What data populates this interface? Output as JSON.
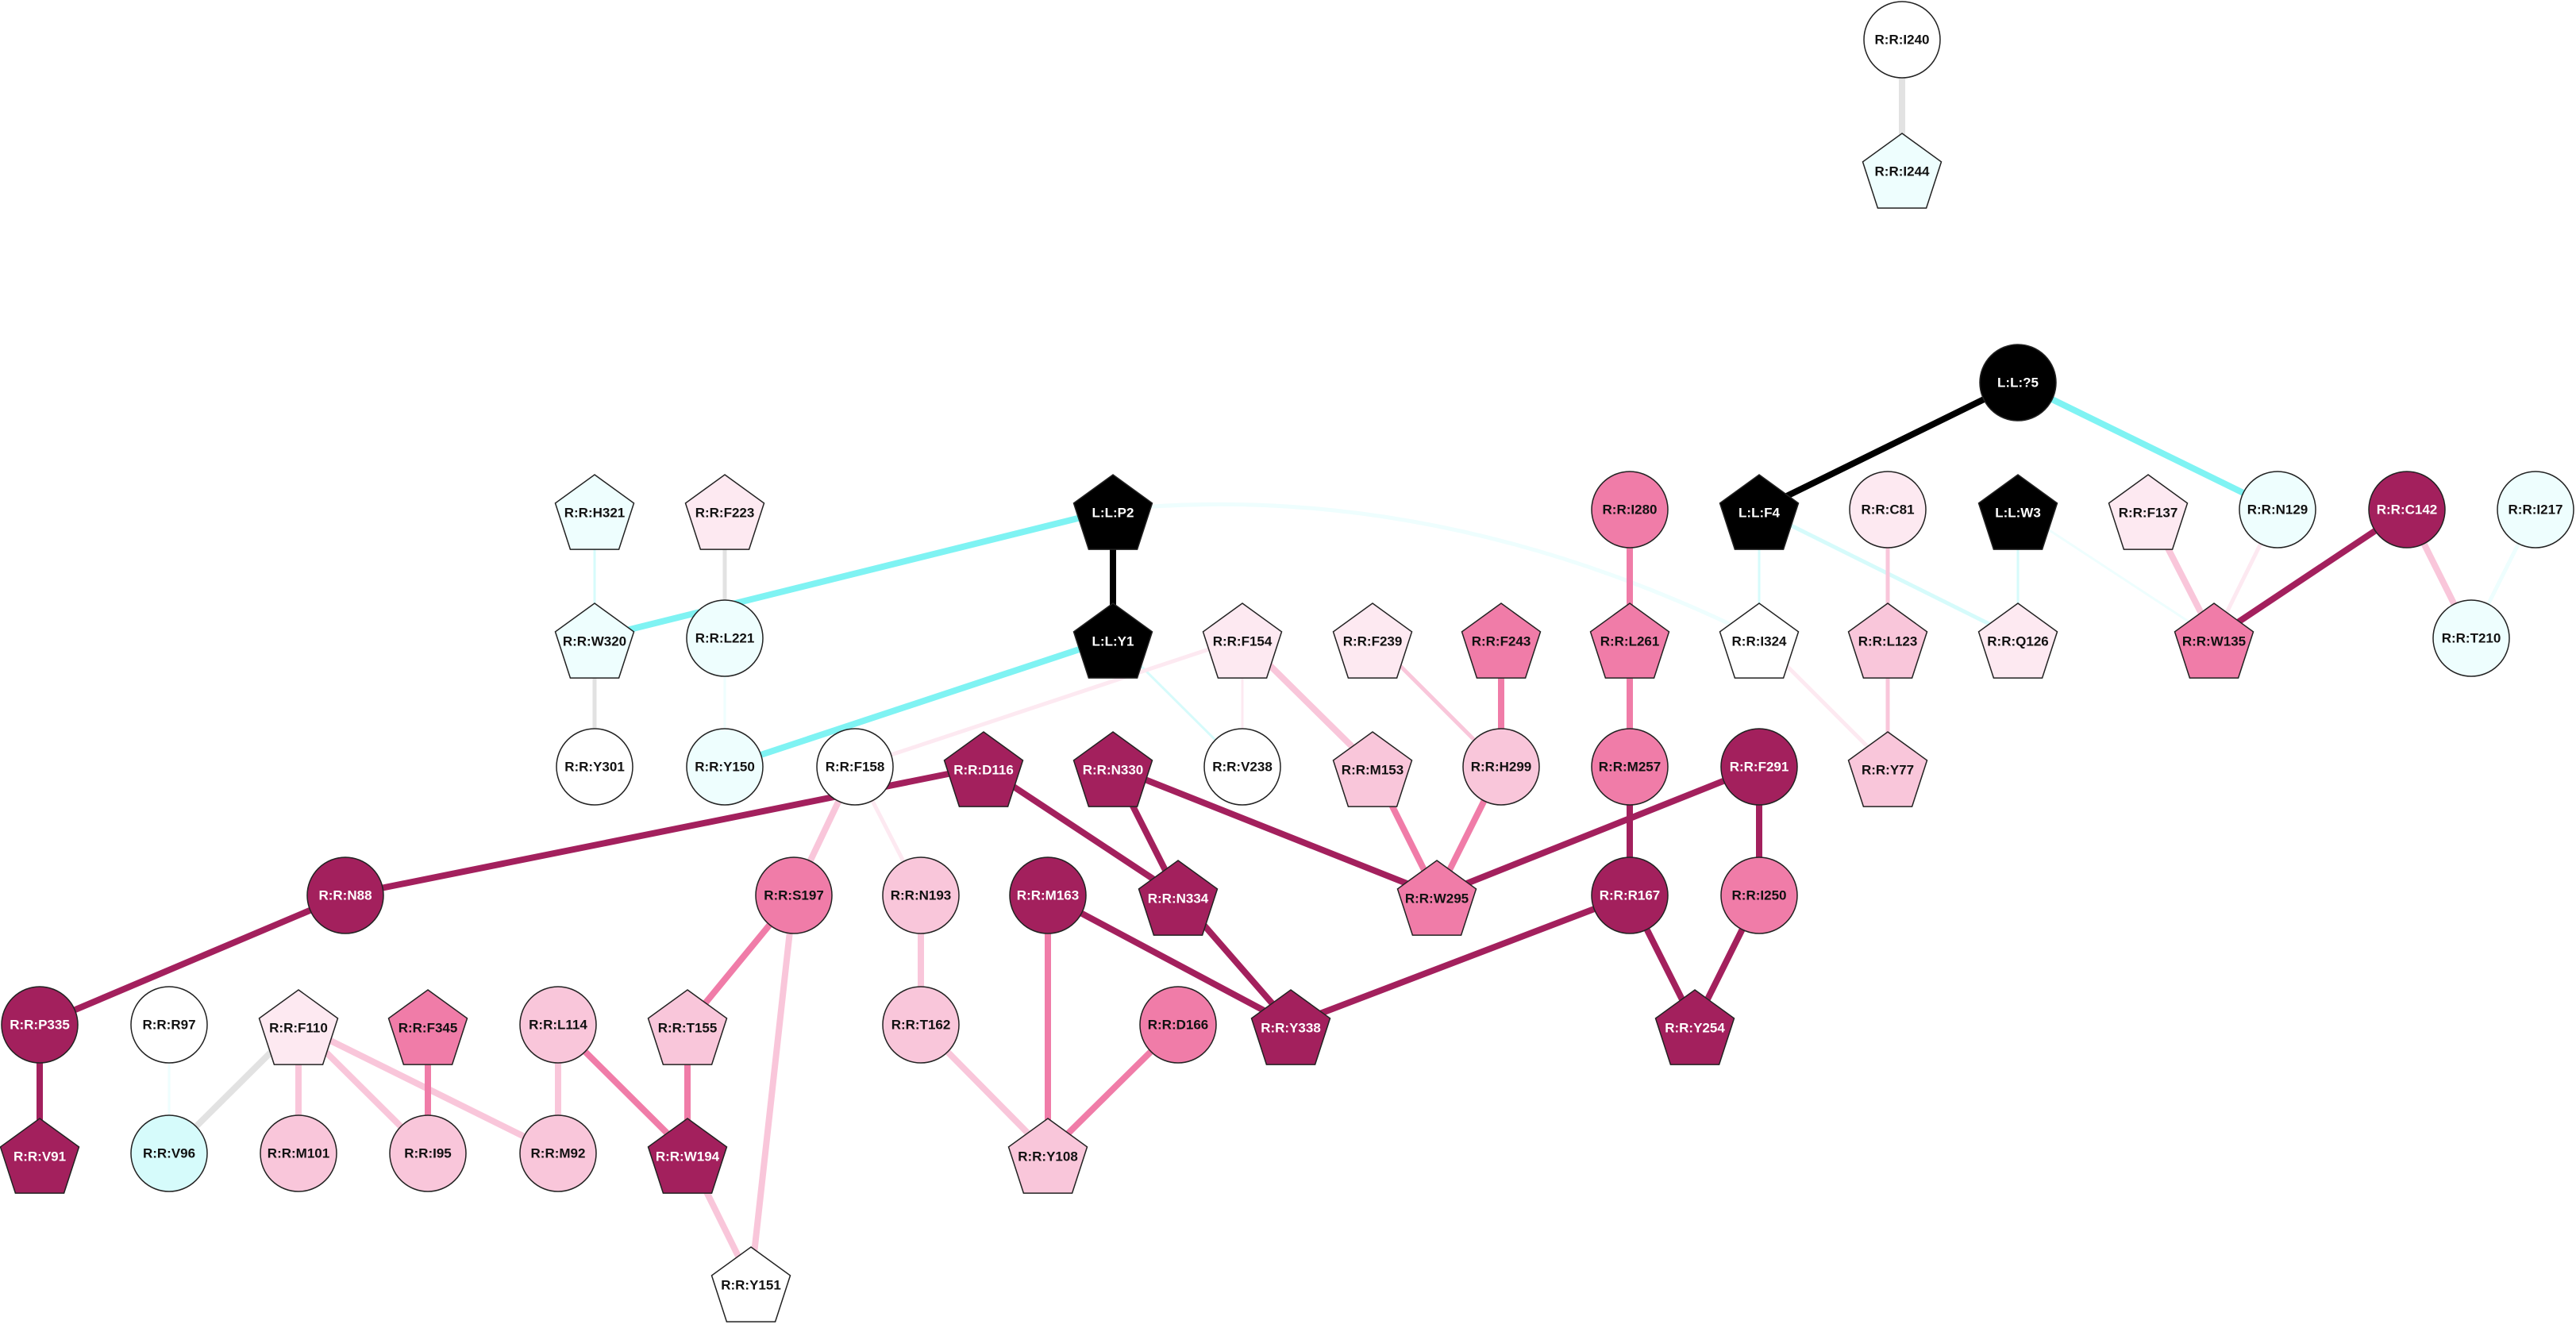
{
  "colors": {
    "black": "#000000",
    "deep": "#a3205d",
    "mid": "#f07ca8",
    "light": "#f9c6da",
    "pale": "#fde9f1",
    "white": "#ffffff",
    "cyan_pale": "#eefefe",
    "cyan_light": "#d6fbfb",
    "cyan": "#7ff3f3",
    "grey": "#e2e2e2"
  },
  "nodes": [
    {
      "id": "I240",
      "label": "R:R:I240",
      "shape": "circle",
      "fill": "white",
      "text": "dark"
    },
    {
      "id": "I244",
      "label": "R:R:I244",
      "shape": "pentagon",
      "fill": "cyan_pale",
      "text": "dark"
    },
    {
      "id": "L5",
      "label": "L:L:?5",
      "shape": "circle",
      "fill": "black",
      "text": "light"
    },
    {
      "id": "H321",
      "label": "R:R:H321",
      "shape": "pentagon",
      "fill": "cyan_pale",
      "text": "dark"
    },
    {
      "id": "F223",
      "label": "R:R:F223",
      "shape": "pentagon",
      "fill": "pale",
      "text": "dark"
    },
    {
      "id": "P2",
      "label": "L:L:P2",
      "shape": "pentagon",
      "fill": "black",
      "text": "light"
    },
    {
      "id": "I280",
      "label": "R:R:I280",
      "shape": "circle",
      "fill": "mid",
      "text": "dark"
    },
    {
      "id": "F4",
      "label": "L:L:F4",
      "shape": "pentagon",
      "fill": "black",
      "text": "light"
    },
    {
      "id": "C81",
      "label": "R:R:C81",
      "shape": "circle",
      "fill": "pale",
      "text": "dark"
    },
    {
      "id": "W3",
      "label": "L:L:W3",
      "shape": "pentagon",
      "fill": "black",
      "text": "light"
    },
    {
      "id": "F137",
      "label": "R:R:F137",
      "shape": "pentagon",
      "fill": "pale",
      "text": "dark"
    },
    {
      "id": "N129",
      "label": "R:R:N129",
      "shape": "circle",
      "fill": "cyan_pale",
      "text": "dark"
    },
    {
      "id": "C142",
      "label": "R:R:C142",
      "shape": "circle",
      "fill": "deep",
      "text": "light"
    },
    {
      "id": "I217",
      "label": "R:R:I217",
      "shape": "circle",
      "fill": "cyan_pale",
      "text": "dark"
    },
    {
      "id": "W320",
      "label": "R:R:W320",
      "shape": "pentagon",
      "fill": "cyan_pale",
      "text": "dark"
    },
    {
      "id": "L221",
      "label": "R:R:L221",
      "shape": "circle",
      "fill": "cyan_pale",
      "text": "dark"
    },
    {
      "id": "Y1",
      "label": "L:L:Y1",
      "shape": "pentagon",
      "fill": "black",
      "text": "light"
    },
    {
      "id": "F154",
      "label": "R:R:F154",
      "shape": "pentagon",
      "fill": "pale",
      "text": "dark"
    },
    {
      "id": "F239",
      "label": "R:R:F239",
      "shape": "pentagon",
      "fill": "pale",
      "text": "dark"
    },
    {
      "id": "F243",
      "label": "R:R:F243",
      "shape": "pentagon",
      "fill": "mid",
      "text": "dark"
    },
    {
      "id": "L261",
      "label": "R:R:L261",
      "shape": "pentagon",
      "fill": "mid",
      "text": "dark"
    },
    {
      "id": "I324",
      "label": "R:R:I324",
      "shape": "pentagon",
      "fill": "white",
      "text": "dark"
    },
    {
      "id": "L123",
      "label": "R:R:L123",
      "shape": "pentagon",
      "fill": "light",
      "text": "dark"
    },
    {
      "id": "Q126",
      "label": "R:R:Q126",
      "shape": "pentagon",
      "fill": "pale",
      "text": "dark"
    },
    {
      "id": "W135",
      "label": "R:R:W135",
      "shape": "pentagon",
      "fill": "mid",
      "text": "dark"
    },
    {
      "id": "T210",
      "label": "R:R:T210",
      "shape": "circle",
      "fill": "cyan_pale",
      "text": "dark"
    },
    {
      "id": "Y301",
      "label": "R:R:Y301",
      "shape": "circle",
      "fill": "white",
      "text": "dark"
    },
    {
      "id": "Y150",
      "label": "R:R:Y150",
      "shape": "circle",
      "fill": "cyan_pale",
      "text": "dark"
    },
    {
      "id": "F158",
      "label": "R:R:F158",
      "shape": "circle",
      "fill": "white",
      "text": "dark"
    },
    {
      "id": "D116",
      "label": "R:R:D116",
      "shape": "pentagon",
      "fill": "deep",
      "text": "light"
    },
    {
      "id": "N330",
      "label": "R:R:N330",
      "shape": "pentagon",
      "fill": "deep",
      "text": "light"
    },
    {
      "id": "V238",
      "label": "R:R:V238",
      "shape": "circle",
      "fill": "white",
      "text": "dark"
    },
    {
      "id": "M153",
      "label": "R:R:M153",
      "shape": "pentagon",
      "fill": "light",
      "text": "dark"
    },
    {
      "id": "H299",
      "label": "R:R:H299",
      "shape": "circle",
      "fill": "light",
      "text": "dark"
    },
    {
      "id": "M257",
      "label": "R:R:M257",
      "shape": "circle",
      "fill": "mid",
      "text": "dark"
    },
    {
      "id": "F291",
      "label": "R:R:F291",
      "shape": "circle",
      "fill": "deep",
      "text": "light"
    },
    {
      "id": "Y77",
      "label": "R:R:Y77",
      "shape": "pentagon",
      "fill": "light",
      "text": "dark"
    },
    {
      "id": "N88",
      "label": "R:R:N88",
      "shape": "circle",
      "fill": "deep",
      "text": "light"
    },
    {
      "id": "S197",
      "label": "R:R:S197",
      "shape": "circle",
      "fill": "mid",
      "text": "dark"
    },
    {
      "id": "N193",
      "label": "R:R:N193",
      "shape": "circle",
      "fill": "light",
      "text": "dark"
    },
    {
      "id": "M163",
      "label": "R:R:M163",
      "shape": "circle",
      "fill": "deep",
      "text": "light"
    },
    {
      "id": "N334",
      "label": "R:R:N334",
      "shape": "pentagon",
      "fill": "deep",
      "text": "light"
    },
    {
      "id": "W295",
      "label": "R:R:W295",
      "shape": "pentagon",
      "fill": "mid",
      "text": "dark"
    },
    {
      "id": "R167",
      "label": "R:R:R167",
      "shape": "circle",
      "fill": "deep",
      "text": "light"
    },
    {
      "id": "I250",
      "label": "R:R:I250",
      "shape": "circle",
      "fill": "mid",
      "text": "dark"
    },
    {
      "id": "P335",
      "label": "R:R:P335",
      "shape": "circle",
      "fill": "deep",
      "text": "light"
    },
    {
      "id": "R97",
      "label": "R:R:R97",
      "shape": "circle",
      "fill": "white",
      "text": "dark"
    },
    {
      "id": "F110",
      "label": "R:R:F110",
      "shape": "pentagon",
      "fill": "pale",
      "text": "dark"
    },
    {
      "id": "F345",
      "label": "R:R:F345",
      "shape": "pentagon",
      "fill": "mid",
      "text": "dark"
    },
    {
      "id": "L114",
      "label": "R:R:L114",
      "shape": "circle",
      "fill": "light",
      "text": "dark"
    },
    {
      "id": "T155",
      "label": "R:R:T155",
      "shape": "pentagon",
      "fill": "light",
      "text": "dark"
    },
    {
      "id": "T162",
      "label": "R:R:T162",
      "shape": "circle",
      "fill": "light",
      "text": "dark"
    },
    {
      "id": "D166",
      "label": "R:R:D166",
      "shape": "circle",
      "fill": "mid",
      "text": "dark"
    },
    {
      "id": "Y338",
      "label": "R:R:Y338",
      "shape": "pentagon",
      "fill": "deep",
      "text": "light"
    },
    {
      "id": "Y254",
      "label": "R:R:Y254",
      "shape": "pentagon",
      "fill": "deep",
      "text": "light"
    },
    {
      "id": "V91",
      "label": "R:R:V91",
      "shape": "pentagon",
      "fill": "deep",
      "text": "light"
    },
    {
      "id": "V96",
      "label": "R:R:V96",
      "shape": "circle",
      "fill": "cyan_light",
      "text": "dark"
    },
    {
      "id": "M101",
      "label": "R:R:M101",
      "shape": "circle",
      "fill": "light",
      "text": "dark"
    },
    {
      "id": "I95",
      "label": "R:R:I95",
      "shape": "circle",
      "fill": "light",
      "text": "dark"
    },
    {
      "id": "M92",
      "label": "R:R:M92",
      "shape": "circle",
      "fill": "light",
      "text": "dark"
    },
    {
      "id": "W194",
      "label": "R:R:W194",
      "shape": "pentagon",
      "fill": "deep",
      "text": "light"
    },
    {
      "id": "Y108",
      "label": "R:R:Y108",
      "shape": "pentagon",
      "fill": "light",
      "text": "dark"
    },
    {
      "id": "Y151",
      "label": "R:R:Y151",
      "shape": "pentagon",
      "fill": "white",
      "text": "dark"
    }
  ],
  "edges": [
    {
      "from": "I240",
      "to": "I244",
      "color": "grey",
      "weight": 3
    },
    {
      "from": "L5",
      "to": "F4",
      "color": "black",
      "weight": 3
    },
    {
      "from": "L5",
      "to": "N129",
      "color": "cyan",
      "weight": 3
    },
    {
      "from": "P2",
      "to": "Y1",
      "color": "black",
      "weight": 3
    },
    {
      "from": "P2",
      "to": "W320",
      "color": "cyan",
      "weight": 3
    },
    {
      "from": "P2",
      "to": "I324",
      "color": "cyan_pale",
      "weight": 2,
      "curve": true
    },
    {
      "from": "Y1",
      "to": "Y150",
      "color": "cyan",
      "weight": 3
    },
    {
      "from": "Y1",
      "to": "V238",
      "color": "cyan_light",
      "weight": 1
    },
    {
      "from": "H321",
      "to": "W320",
      "color": "cyan_light",
      "weight": 1
    },
    {
      "from": "W320",
      "to": "Y301",
      "color": "grey",
      "weight": 2
    },
    {
      "from": "F223",
      "to": "L221",
      "color": "grey",
      "weight": 2
    },
    {
      "from": "L221",
      "to": "Y150",
      "color": "cyan_pale",
      "weight": 1
    },
    {
      "from": "F4",
      "to": "I324",
      "color": "cyan_light",
      "weight": 1
    },
    {
      "from": "F4",
      "to": "Q126",
      "color": "cyan_light",
      "weight": 2
    },
    {
      "from": "W3",
      "to": "Q126",
      "color": "cyan_light",
      "weight": 1
    },
    {
      "from": "W3",
      "to": "W135",
      "color": "cyan_pale",
      "weight": 1
    },
    {
      "from": "I280",
      "to": "L261",
      "color": "mid",
      "weight": 3
    },
    {
      "from": "L261",
      "to": "M257",
      "color": "mid",
      "weight": 3
    },
    {
      "from": "M257",
      "to": "R167",
      "color": "deep",
      "weight": 3
    },
    {
      "from": "C81",
      "to": "L123",
      "color": "light",
      "weight": 2
    },
    {
      "from": "L123",
      "to": "Y77",
      "color": "light",
      "weight": 2
    },
    {
      "from": "I324",
      "to": "Y77",
      "color": "pale",
      "weight": 2
    },
    {
      "from": "F137",
      "to": "W135",
      "color": "light",
      "weight": 3
    },
    {
      "from": "N129",
      "to": "W135",
      "color": "pale",
      "weight": 2
    },
    {
      "from": "C142",
      "to": "W135",
      "color": "deep",
      "weight": 3
    },
    {
      "from": "C142",
      "to": "T210",
      "color": "light",
      "weight": 3
    },
    {
      "from": "I217",
      "to": "T210",
      "color": "cyan_pale",
      "weight": 2
    },
    {
      "from": "F154",
      "to": "F158",
      "color": "pale",
      "weight": 2
    },
    {
      "from": "F154",
      "to": "V238",
      "color": "pale",
      "weight": 1
    },
    {
      "from": "F154",
      "to": "M153",
      "color": "light",
      "weight": 3
    },
    {
      "from": "F239",
      "to": "H299",
      "color": "light",
      "weight": 2
    },
    {
      "from": "F243",
      "to": "H299",
      "color": "mid",
      "weight": 3
    },
    {
      "from": "M153",
      "to": "W295",
      "color": "mid",
      "weight": 3
    },
    {
      "from": "H299",
      "to": "W295",
      "color": "mid",
      "weight": 3
    },
    {
      "from": "N330",
      "to": "W295",
      "color": "deep",
      "weight": 3
    },
    {
      "from": "N330",
      "to": "N334",
      "color": "deep",
      "weight": 3
    },
    {
      "from": "D116",
      "to": "N334",
      "color": "deep",
      "weight": 3
    },
    {
      "from": "D116",
      "to": "N88",
      "color": "deep",
      "weight": 3
    },
    {
      "from": "F291",
      "to": "W295",
      "color": "deep",
      "weight": 3
    },
    {
      "from": "F291",
      "to": "I250",
      "color": "deep",
      "weight": 3
    },
    {
      "from": "I250",
      "to": "Y254",
      "color": "deep",
      "weight": 3
    },
    {
      "from": "R167",
      "to": "Y254",
      "color": "deep",
      "weight": 3
    },
    {
      "from": "R167",
      "to": "Y338",
      "color": "deep",
      "weight": 3
    },
    {
      "from": "N334",
      "to": "Y338",
      "color": "deep",
      "weight": 3
    },
    {
      "from": "M163",
      "to": "Y338",
      "color": "deep",
      "weight": 3
    },
    {
      "from": "M163",
      "to": "Y108",
      "color": "mid",
      "weight": 3
    },
    {
      "from": "D166",
      "to": "Y108",
      "color": "mid",
      "weight": 3
    },
    {
      "from": "T162",
      "to": "Y108",
      "color": "light",
      "weight": 3
    },
    {
      "from": "N193",
      "to": "T162",
      "color": "light",
      "weight": 3
    },
    {
      "from": "F158",
      "to": "N193",
      "color": "pale",
      "weight": 2
    },
    {
      "from": "F158",
      "to": "S197",
      "color": "light",
      "weight": 3
    },
    {
      "from": "S197",
      "to": "T155",
      "color": "mid",
      "weight": 3
    },
    {
      "from": "S197",
      "to": "Y151",
      "color": "light",
      "weight": 3
    },
    {
      "from": "T155",
      "to": "W194",
      "color": "mid",
      "weight": 3
    },
    {
      "from": "L114",
      "to": "W194",
      "color": "mid",
      "weight": 3
    },
    {
      "from": "L114",
      "to": "M92",
      "color": "light",
      "weight": 3
    },
    {
      "from": "W194",
      "to": "Y151",
      "color": "light",
      "weight": 3
    },
    {
      "from": "N88",
      "to": "P335",
      "color": "deep",
      "weight": 3
    },
    {
      "from": "P335",
      "to": "V91",
      "color": "deep",
      "weight": 3
    },
    {
      "from": "R97",
      "to": "V96",
      "color": "cyan_pale",
      "weight": 1
    },
    {
      "from": "F110",
      "to": "V96",
      "color": "grey",
      "weight": 3
    },
    {
      "from": "F110",
      "to": "M101",
      "color": "light",
      "weight": 3
    },
    {
      "from": "F110",
      "to": "I95",
      "color": "light",
      "weight": 3
    },
    {
      "from": "F110",
      "to": "M92",
      "color": "light",
      "weight": 3
    },
    {
      "from": "F345",
      "to": "I95",
      "color": "mid",
      "weight": 3
    }
  ]
}
